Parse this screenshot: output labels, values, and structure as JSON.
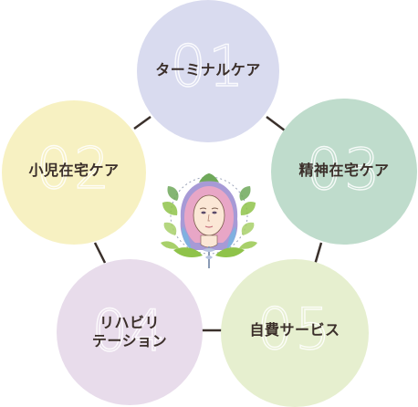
{
  "colors": {
    "connector": "#3a302b",
    "label_text": "#3b2f2a",
    "emblem_leaf": "#8fc34a",
    "emblem_hair_pink": "#e8a6c6",
    "emblem_hair_purple": "#a79ad6",
    "emblem_hair_blue": "#7fb1e0"
  },
  "nodes": [
    {
      "number": "01",
      "label": "ターミナルケア",
      "color": "#d9dbef"
    },
    {
      "number": "02",
      "label": "小児在宅ケア",
      "color": "#f7f1c2"
    },
    {
      "number": "03",
      "label": "精神在宅ケア",
      "color": "#bfdccc"
    },
    {
      "number": "04",
      "label": "リハビリ\nテーション",
      "color": "#e8dceb"
    },
    {
      "number": "05",
      "label": "自費サービス",
      "color": "#e6efcf"
    }
  ],
  "center": {
    "icon": "goddess-emblem-icon"
  }
}
